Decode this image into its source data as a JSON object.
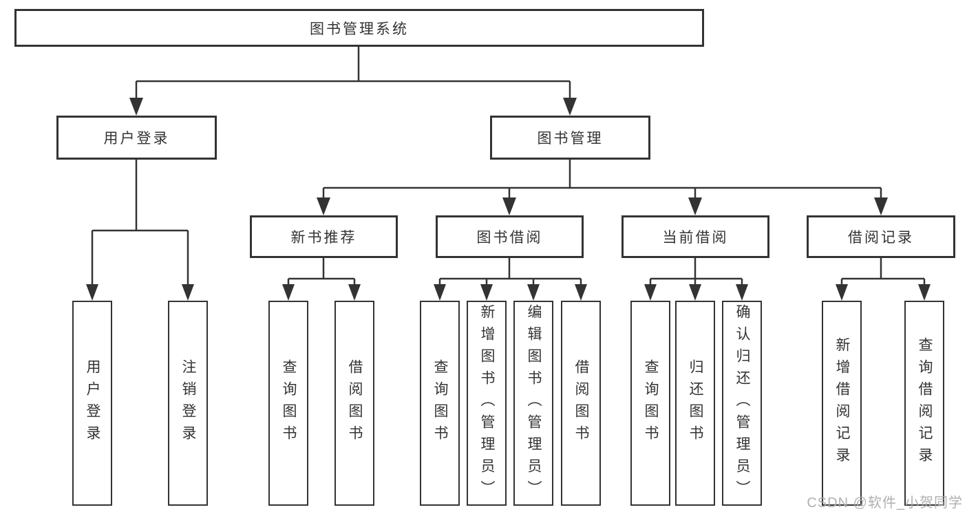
{
  "diagram": {
    "root": {
      "label": "图书管理系统"
    },
    "branches": [
      {
        "label": "用户登录",
        "children": [
          {
            "label": "用户登录"
          },
          {
            "label": "注销登录"
          }
        ]
      },
      {
        "label": "图书管理",
        "children": [
          {
            "label": "新书推荐",
            "children": [
              {
                "label": "查询图书"
              },
              {
                "label": "借阅图书"
              }
            ]
          },
          {
            "label": "图书借阅",
            "children": [
              {
                "label": "查询图书"
              },
              {
                "label": "新增图书（管理员）"
              },
              {
                "label": "编辑图书（管理员）"
              },
              {
                "label": "借阅图书"
              }
            ]
          },
          {
            "label": "当前借阅",
            "children": [
              {
                "label": "查询图书"
              },
              {
                "label": "归还图书"
              },
              {
                "label": "确认归还（管理员）"
              }
            ]
          },
          {
            "label": "借阅记录",
            "children": [
              {
                "label": "新增借阅记录"
              },
              {
                "label": "查询借阅记录"
              }
            ]
          }
        ]
      }
    ]
  },
  "watermark": {
    "text": "CSDN @软件_小贺同学"
  },
  "colors": {
    "line": "#333333",
    "text": "#333333",
    "box_background": "#ffffff",
    "page_background": "#ffffff",
    "watermark": "#acacac"
  }
}
